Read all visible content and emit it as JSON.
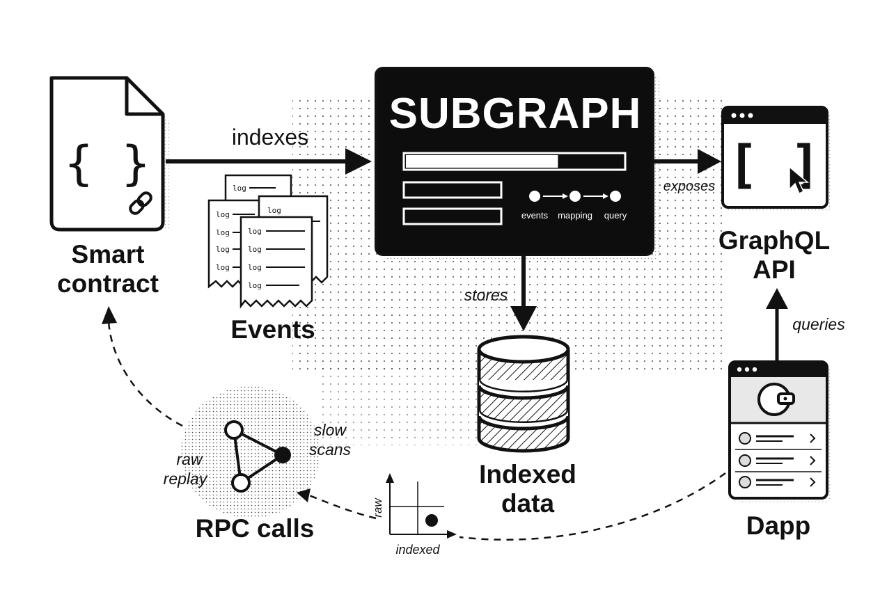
{
  "nodes": {
    "smart_contract": {
      "label_line1": "Smart",
      "label_line2": "contract",
      "icon": "code-braces-icon"
    },
    "events": {
      "label": "Events",
      "log_text": "log"
    },
    "subgraph": {
      "title": "SUBGRAPH",
      "pipeline": [
        "events",
        "mapping",
        "query"
      ],
      "progress": 0.7
    },
    "indexed_data": {
      "label_line1": "Indexed",
      "label_line2": "data"
    },
    "graphql_api": {
      "label_line1": "GraphQL",
      "label_line2": "API"
    },
    "dapp": {
      "label": "Dapp"
    },
    "rpc_calls": {
      "label": "RPC calls",
      "note_right_1": "slow",
      "note_right_2": "scans",
      "note_left_1": "raw",
      "note_left_2": "replay"
    }
  },
  "edges": {
    "indexes": "indexes",
    "exposes": "exposes",
    "stores": "stores",
    "queries": "queries"
  },
  "mini_chart": {
    "y_label": "raw",
    "x_label": "indexed"
  },
  "colors": {
    "ink": "#111111",
    "paper": "#ffffff",
    "panel": "#0d0d0d"
  }
}
